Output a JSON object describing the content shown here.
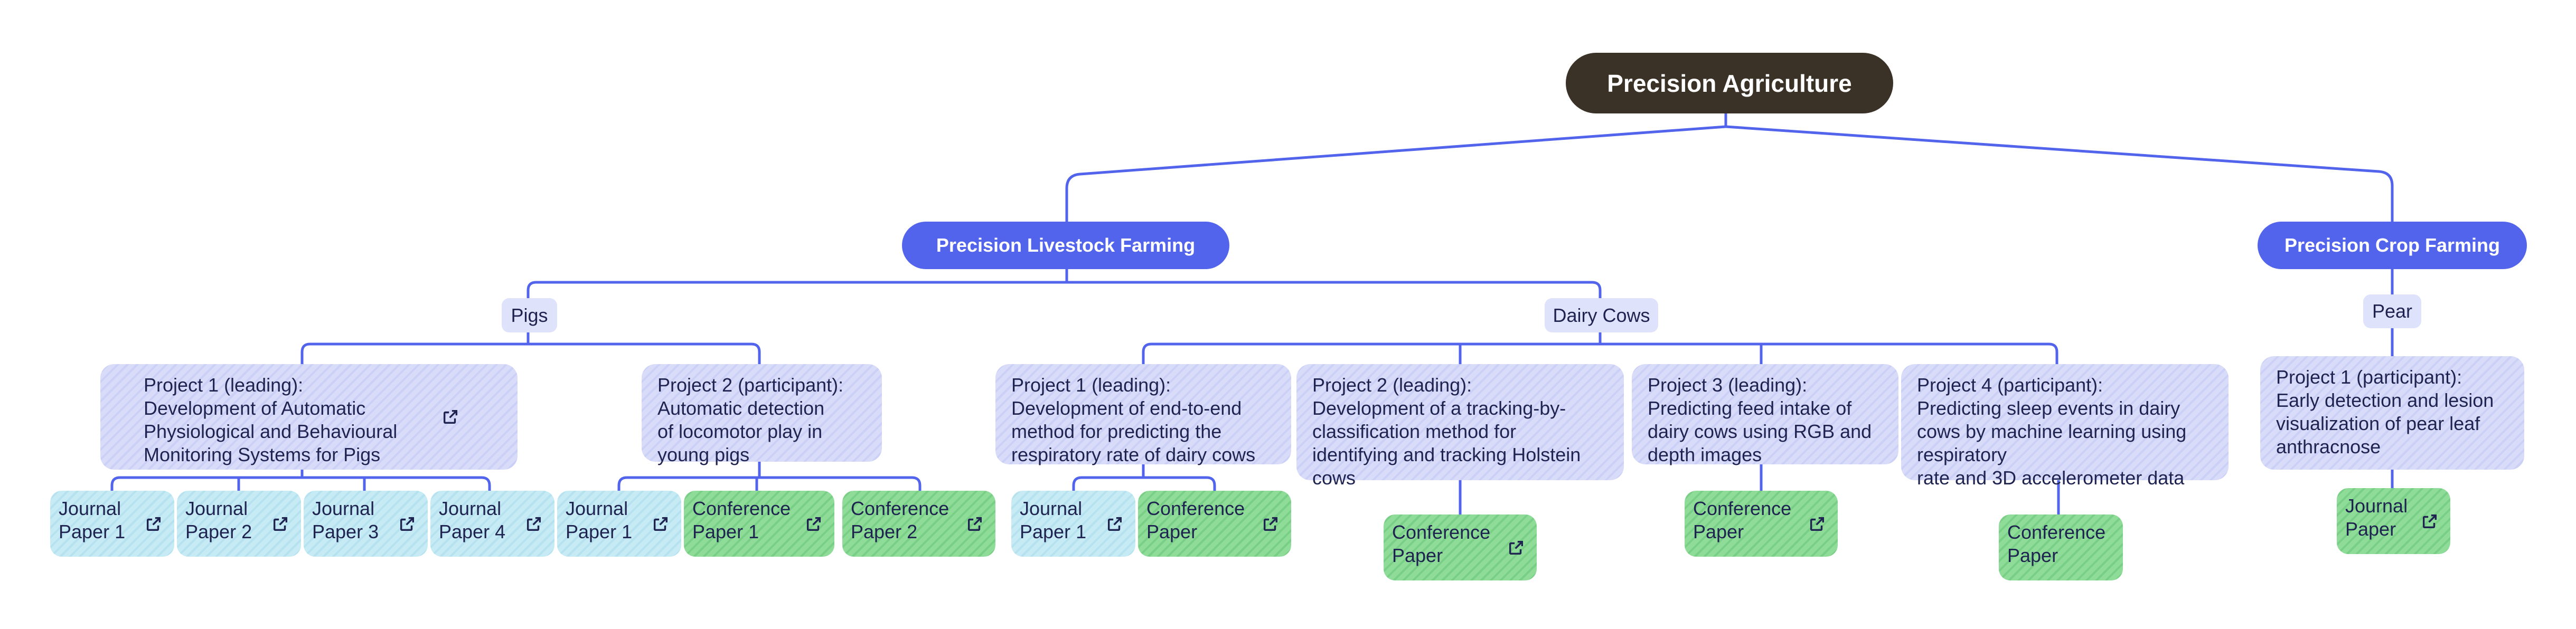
{
  "root": {
    "label": "Precision Agriculture"
  },
  "livestock": {
    "label": "Precision Livestock Farming"
  },
  "crop": {
    "label": "Precision Crop Farming"
  },
  "pigs": {
    "label": "Pigs",
    "p1": {
      "lines": [
        "Project 1 (leading):",
        "Development of Automatic",
        "Physiological and Behavioural",
        "Monitoring Systems for Pigs"
      ],
      "papers": [
        [
          "Journal",
          "Paper 1"
        ],
        [
          "Journal",
          "Paper 2"
        ],
        [
          "Journal",
          "Paper 3"
        ],
        [
          "Journal",
          "Paper 4"
        ]
      ]
    },
    "p2": {
      "lines": [
        "Project 2 (participant):",
        "Automatic detection",
        "of locomotor play in",
        "young pigs"
      ],
      "papers": [
        [
          "Journal",
          "Paper 1"
        ],
        [
          "Conference",
          "Paper 1"
        ],
        [
          "Conference",
          "Paper 2"
        ]
      ]
    }
  },
  "cows": {
    "label": "Dairy Cows",
    "p1": {
      "lines": [
        "Project 1 (leading):",
        "Development of end-to-end",
        "method for predicting the",
        "respiratory rate of dairy cows"
      ],
      "papers": [
        [
          "Journal",
          "Paper 1"
        ],
        [
          "Conference",
          "Paper"
        ]
      ]
    },
    "p2": {
      "lines": [
        "Project 2 (leading):",
        "Development of a tracking-by-",
        "classification method for",
        "identifying and tracking Holstein",
        "cows"
      ],
      "papers": [
        [
          "Conference",
          "Paper"
        ]
      ]
    },
    "p3": {
      "lines": [
        "Project 3 (leading):",
        "Predicting feed intake of",
        "dairy cows using RGB and",
        "depth images"
      ],
      "papers": [
        [
          "Conference",
          "Paper"
        ]
      ]
    },
    "p4": {
      "lines": [
        "Project 4 (participant):",
        "Predicting sleep events in dairy",
        "cows by machine learning using",
        "respiratory",
        "rate and 3D accelerometer data"
      ],
      "papers": [
        [
          "Conference",
          "Paper"
        ]
      ]
    }
  },
  "pear": {
    "label": "Pear",
    "p1": {
      "lines": [
        "Project 1 (participant):",
        "Early detection and lesion",
        "visualization of pear leaf",
        "anthracnose"
      ],
      "papers": [
        [
          "Journal",
          "Paper"
        ]
      ]
    }
  },
  "colors": {
    "root": "#3a3227",
    "branch": "#5263ec",
    "category": "#dfe2fb",
    "project": "#d9dcf9",
    "journal": "#c7ebf5",
    "conference": "#8fdc99",
    "line": "#5263ec"
  },
  "icons": {
    "paper_link": "external-link-icon"
  }
}
